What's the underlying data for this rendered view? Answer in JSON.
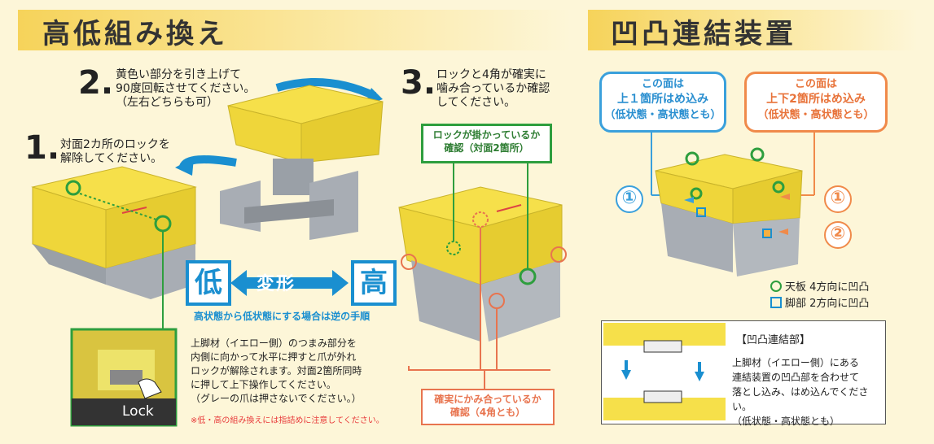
{
  "left": {
    "title": "高低組み換え",
    "step1": {
      "num": "1.",
      "lines": [
        "対面2カ所のロックを",
        "解除してください。"
      ]
    },
    "step2": {
      "num": "2.",
      "lines": [
        "黄色い部分を引き上げて",
        "90度回転させてください。",
        "（左右どちらも可）"
      ]
    },
    "step3": {
      "num": "3.",
      "lines": [
        "ロックと4角が確実に",
        "噛み合っているか確認",
        "してください。"
      ]
    },
    "lock_check": [
      "ロックが掛かっているか",
      "確認（対面2箇所）"
    ],
    "mesh_check": [
      "確実にかみ合っているか",
      "確認（4角とも）"
    ],
    "low_label": "低",
    "change_label": "変形",
    "high_label": "高",
    "reverse_note": "高状態から低状態にする場合は逆の手順",
    "lock_label": "Lock",
    "instruction_lines": [
      "上脚材（イエロー側）のつまみ部分を",
      "内側に向かって水平に押すと爪が外れ",
      "ロックが解除されます。対面2箇所同時",
      "に押して上下操作してください。",
      "（グレーの爪は押さないでください。）"
    ],
    "warning": "※低・高の組み換えには指詰めに注意してください。"
  },
  "right": {
    "title": "凹凸連結装置",
    "callout_blue": [
      "この面は",
      "上１箇所はめ込み",
      "（低状態・高状態とも）"
    ],
    "callout_orange": [
      "この面は",
      "上下2箇所はめ込み",
      "（低状態・高状態とも）"
    ],
    "num1": "①",
    "num2": "②",
    "legend_top": "天板 4方向に凹凸",
    "legend_leg": "脚部 2方向に凹凸",
    "joint_title": "【凹凸連結部】",
    "joint_lines": [
      "上脚材（イエロー側）にある",
      "連結装置の凹凸部を合わせて",
      "落とし込み、はめ込んでください。",
      "（低状態・高状態とも）"
    ]
  },
  "colors": {
    "yellow": "#f6e04a",
    "gray": "#a8adb4",
    "blue": "#1a8fd0",
    "green": "#2e9e3e",
    "orange": "#e8744f"
  }
}
